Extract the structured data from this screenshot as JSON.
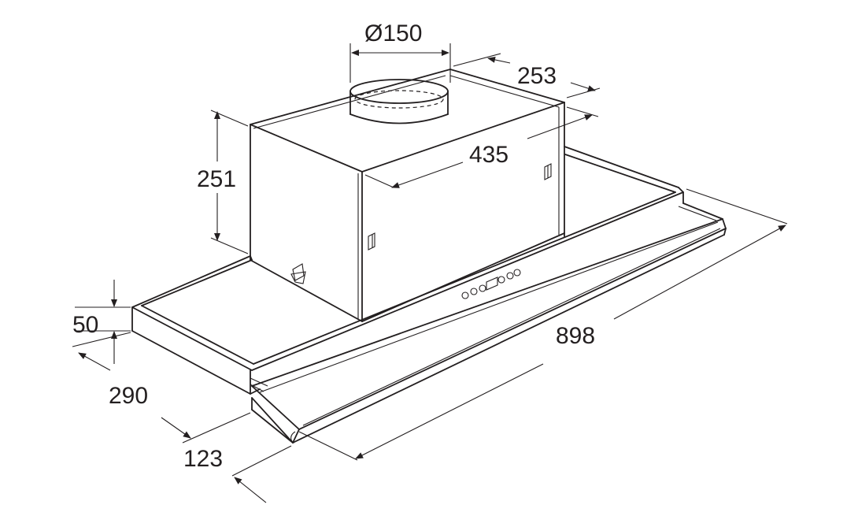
{
  "drawing": {
    "line_color": "#231f20",
    "background": "#ffffff",
    "dimensions": {
      "duct_diameter": "Ø150",
      "motor_depth": "253",
      "motor_width": "435",
      "motor_height": "251",
      "hood_height": "50",
      "hood_depth": "290",
      "drawer_extension": "123",
      "hood_width": "898"
    }
  }
}
